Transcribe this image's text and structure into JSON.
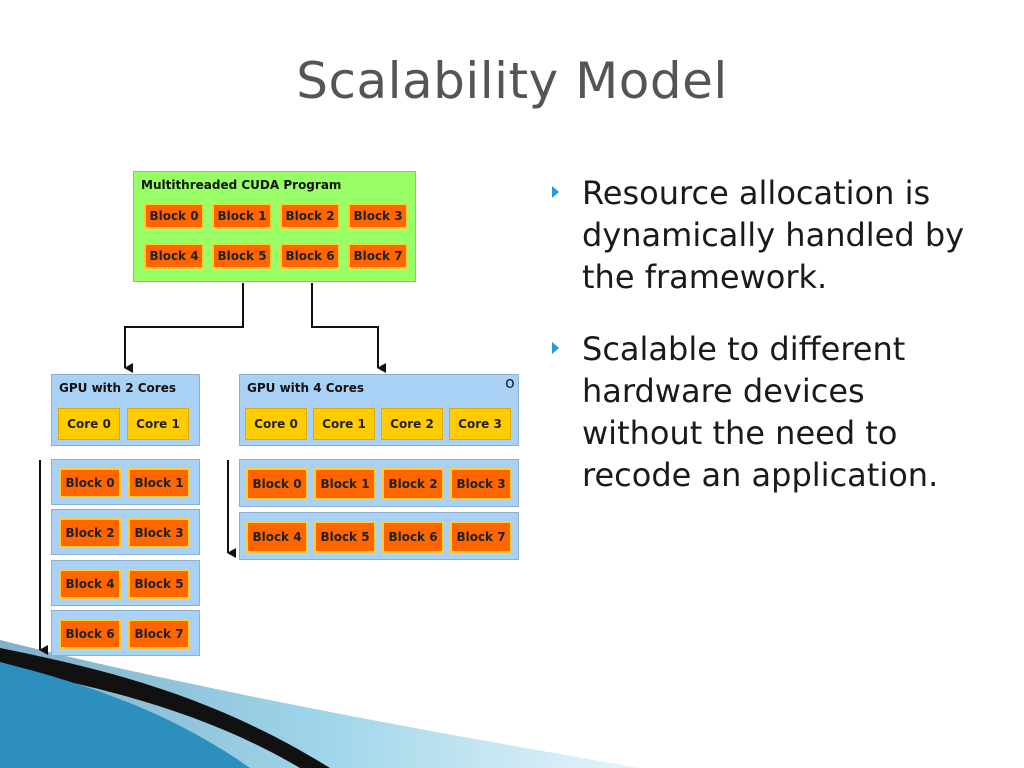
{
  "slide": {
    "title": "Scalability Model"
  },
  "diagram": {
    "program": {
      "label": "Multithreaded CUDA Program",
      "blocks": [
        "Block 0",
        "Block 1",
        "Block 2",
        "Block 3",
        "Block 4",
        "Block 5",
        "Block 6",
        "Block 7"
      ]
    },
    "gpu2": {
      "label": "GPU with 2 Cores",
      "cores": [
        "Core 0",
        "Core 1"
      ],
      "block_rows": [
        [
          "Block 0",
          "Block 1"
        ],
        [
          "Block 2",
          "Block 3"
        ],
        [
          "Block 4",
          "Block 5"
        ],
        [
          "Block 6",
          "Block 7"
        ]
      ]
    },
    "gpu4": {
      "label": "GPU with 4 Cores",
      "cores": [
        "Core 0",
        "Core 1",
        "Core 2",
        "Core 3"
      ],
      "block_rows": [
        [
          "Block 0",
          "Block 1",
          "Block 2",
          "Block 3"
        ],
        [
          "Block 4",
          "Block 5",
          "Block 6",
          "Block 7"
        ]
      ]
    },
    "stray_mark": "o"
  },
  "bullets": [
    "Resource allocation is dynamically handled by the framework.",
    "Scalable to different hardware devices without the need to recode an application."
  ],
  "colors": {
    "program_bg": "#99ff66",
    "gpu_bg": "#a9d0f5",
    "block_fill": "#ff6600",
    "block_border": "#ffcc33",
    "core_fill": "#ffcc00",
    "bullet_marker": "#1f9bd8"
  }
}
